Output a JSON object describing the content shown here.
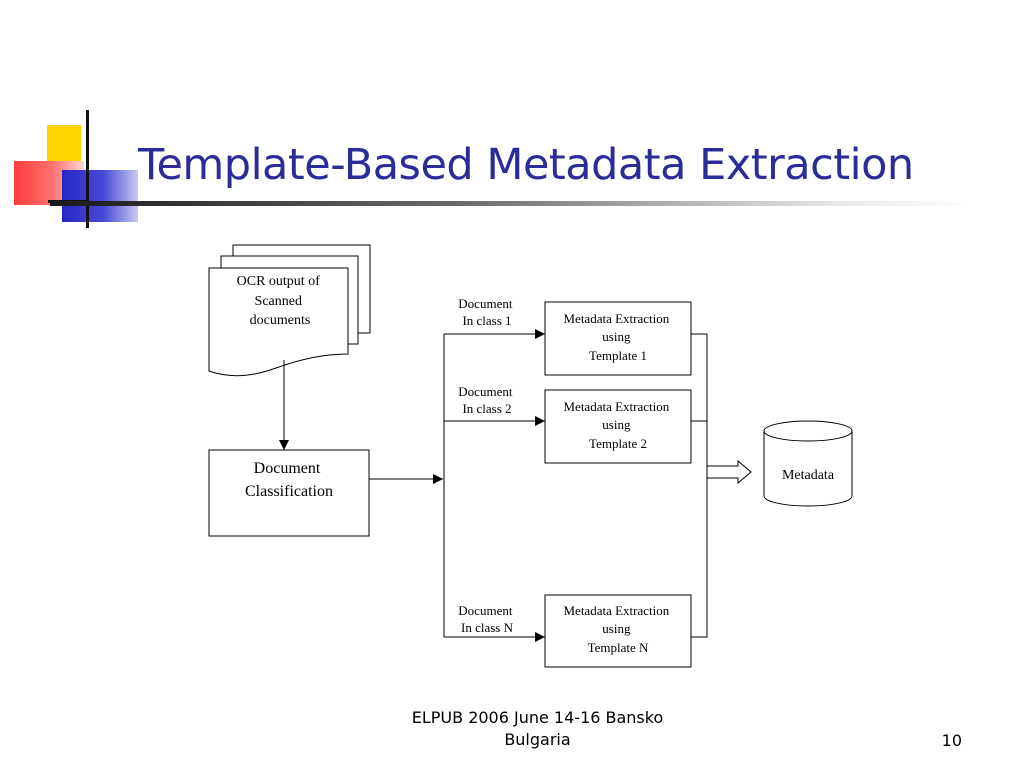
{
  "slide": {
    "title": "Template-Based Metadata Extraction",
    "accent_colors": {
      "title": "#2b2b99",
      "yellow": "#ffd400",
      "red": "#ff4a4a",
      "blue": "#3333cc"
    }
  },
  "diagram": {
    "ocr_lines": [
      "OCR output  of",
      "Scanned",
      "documents"
    ],
    "classification_lines": [
      "Document",
      "Classification"
    ],
    "class_labels": [
      [
        "Document",
        "In class 1"
      ],
      [
        "Document",
        "In class 2"
      ],
      [
        "Document",
        "In class N"
      ]
    ],
    "extraction_boxes": [
      [
        "Metadata Extraction",
        "using",
        "Template 1"
      ],
      [
        "Metadata Extraction",
        "using",
        "Template 2"
      ],
      [
        "Metadata Extraction",
        "using",
        "Template N"
      ]
    ],
    "output": "Metadata"
  },
  "footer": {
    "line1": "ELPUB 2006 June 14-16  Bansko",
    "line2": "Bulgaria",
    "page": "10"
  }
}
